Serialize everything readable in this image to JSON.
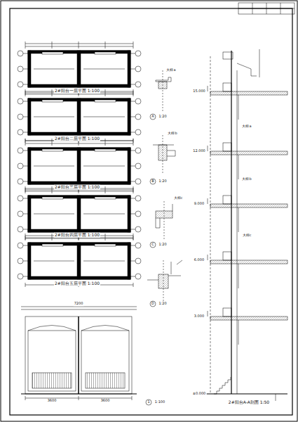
{
  "diagram": {
    "title": "2#阳台A-A剖面 1:50",
    "labels": [
      "2#阳台一层平面 1:100",
      "2#阳台二层平面 1:100",
      "2#阳台三层平面 1:100",
      "2#阳台四层平面 1:100",
      "2#阳台五层平面 1:100",
      "1:100",
      "3600",
      "3600",
      "7200",
      "大样a",
      "大样b",
      "大样c",
      "A",
      "B",
      "C",
      "D",
      "1:20",
      "1:20",
      "1:20",
      "1:20",
      "大样a",
      "大样b",
      "大样c",
      "1",
      "±0.000",
      "3.000",
      "6.000",
      "9.000",
      "12.000",
      "15.000"
    ]
  }
}
